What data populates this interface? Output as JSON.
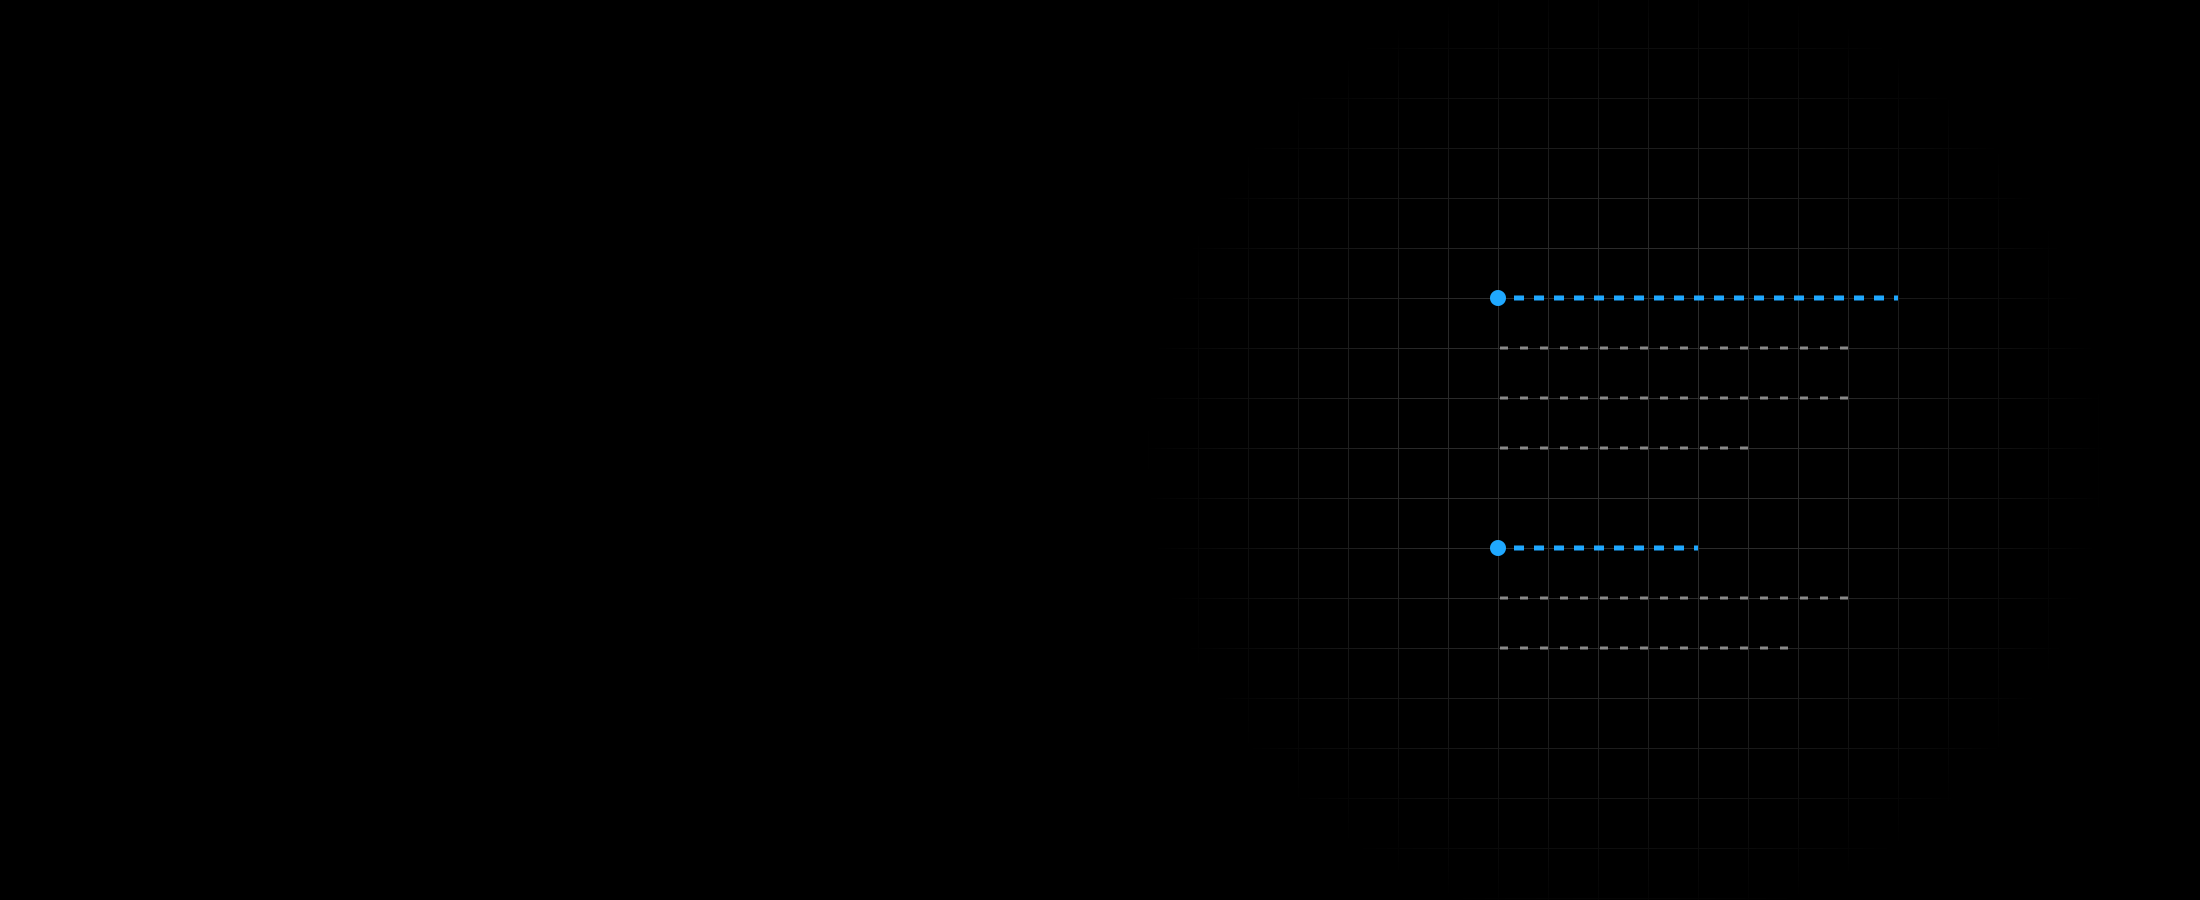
{
  "colors": {
    "background": "#000000",
    "grid_line": "#2e2e2e",
    "accent": "#1fa8ff",
    "placeholder": "#8a8a8a"
  },
  "icons": {
    "bullet": "dot-icon"
  },
  "groups": [
    {
      "items": [
        "highlight",
        "placeholder",
        "placeholder",
        "placeholder"
      ]
    },
    {
      "items": [
        "highlight",
        "placeholder",
        "placeholder"
      ]
    }
  ]
}
